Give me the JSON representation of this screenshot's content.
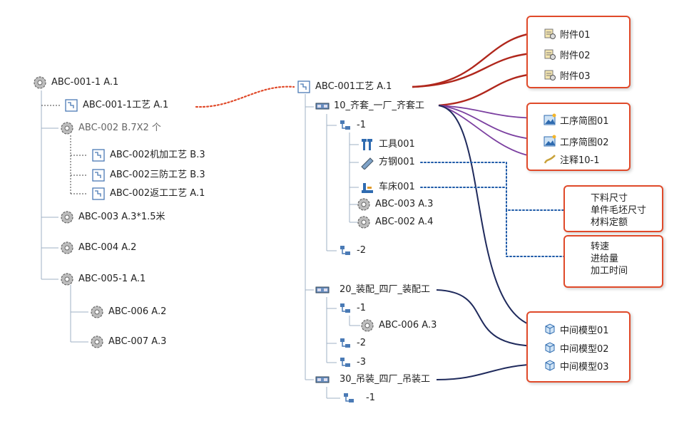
{
  "left_tree": {
    "root": "ABC-001-1 A.1",
    "items": [
      "ABC-001-1工艺 A.1",
      "ABC-002 B.7X2 个",
      "ABC-002机加工艺 B.3",
      "ABC-002三防工艺 B.3",
      "ABC-002返工工艺 A.1",
      "ABC-003 A.3*1.5米",
      "ABC-004 A.2",
      "ABC-005-1 A.1",
      "ABC-006 A.2",
      "ABC-007 A.3"
    ]
  },
  "mid_tree": {
    "root": "ABC-001工艺 A.1",
    "op10": "10_齐套_一厂_齐套工",
    "step_1": "-1",
    "tool": "工具001",
    "steel": "方钢001",
    "lathe": "车床001",
    "part3": "ABC-003 A.3",
    "part2": "ABC-002 A.4",
    "step_2": "-2",
    "op20": "20_装配_四厂_装配工",
    "op20_1": "-1",
    "part6": "ABC-006 A.3",
    "op20_2": "-2",
    "op20_3": "-3",
    "op30": "30_吊装_四厂_吊装工",
    "op30_1": "-1"
  },
  "boxes": {
    "attachments": [
      "附件01",
      "附件02",
      "附件03"
    ],
    "sketches": [
      "工序简图01",
      "工序简图02",
      "注释10-1"
    ],
    "material": [
      "下料尺寸",
      "单件毛坯尺寸",
      "材料定额"
    ],
    "process": [
      "转速",
      "进给量",
      "加工时间"
    ],
    "models": [
      "中间模型01",
      "中间模型02",
      "中间模型03"
    ]
  },
  "colors": {
    "accent": "#e04a2a",
    "purple": "#7b3fa0",
    "navy": "#1f2a5c",
    "dotted_blue": "#1e5aa8",
    "tree_line": "#9fb0c4"
  }
}
